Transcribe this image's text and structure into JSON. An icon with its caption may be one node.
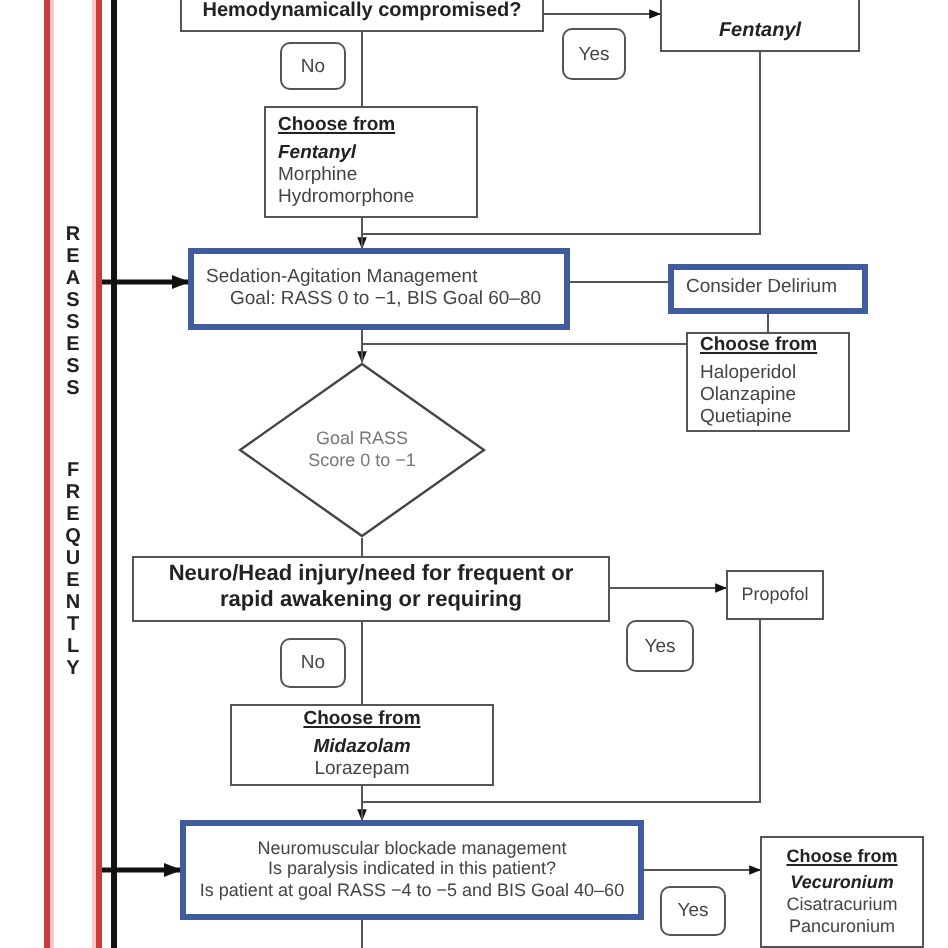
{
  "diagram": {
    "nodes": [
      {
        "text": [
          "REASSESS",
          "FREQUENTLY"
        ]
      },
      {
        "text": [
          "Hemodynamically compromised?"
        ]
      },
      {
        "text": [
          "Fentanyl"
        ]
      },
      {
        "text": [
          "Choose from",
          "Fentanyl",
          "Morphine",
          "Hydromorphone"
        ]
      },
      {
        "text": [
          "Sedation-Agitation Management",
          "Goal: RASS 0 to −1, BIS Goal 60–80"
        ]
      },
      {
        "text": [
          "Consider Delirium"
        ]
      },
      {
        "text": [
          "Choose from",
          "Haloperidol",
          "Olanzapine",
          "Quetiapine"
        ]
      },
      {
        "text": [
          "Goal RASS Score 0 to −1"
        ]
      },
      {
        "text": [
          "Neuro/Head injury/need for frequent or rapid awakening or requiring"
        ]
      },
      {
        "text": [
          "Propofol"
        ]
      },
      {
        "text": [
          "Choose from",
          "Midazolam",
          "Lorazepam"
        ]
      },
      {
        "text": [
          "Neuromuscular blockade management",
          "Is paralysis indicated in this patient?",
          "Is patient at goal RASS −4 to −5 and BIS Goal 40–60"
        ]
      },
      {
        "text": [
          "Choose from",
          "Vecuronium",
          "Cisatracurium",
          "Pancuronium"
        ]
      }
    ],
    "edges": [
      {
        "from": 1,
        "to": 2,
        "arrow": "to",
        "label": "Yes"
      },
      {
        "from": 1,
        "to": 3,
        "arrow": "none",
        "label": "No"
      },
      {
        "from": 2,
        "to": 4,
        "arrow": "to"
      },
      {
        "from": 3,
        "to": 4,
        "arrow": "none"
      },
      {
        "from": 4,
        "to": 5,
        "arrow": "none"
      },
      {
        "from": 5,
        "to": 6,
        "arrow": "none"
      },
      {
        "from": 6,
        "to": 7,
        "arrow": "to"
      },
      {
        "from": 4,
        "to": 7,
        "arrow": "none"
      },
      {
        "from": 7,
        "to": 8,
        "arrow": "none"
      },
      {
        "from": 8,
        "to": 9,
        "arrow": "to"
      },
      {
        "from": 8,
        "to": 10,
        "arrow": "none",
        "label": "No"
      },
      {
        "from": 9,
        "to": 11,
        "arrow": "to",
        "label": "Yes"
      },
      {
        "from": 10,
        "to": 11,
        "arrow": "none"
      },
      {
        "from": 11,
        "to": 12,
        "arrow": "to",
        "label": "Yes"
      },
      {
        "from": 11,
        "to": null,
        "arrow": "none"
      },
      {
        "from": 0,
        "to": 4,
        "arrow": "to",
        "style": "thick"
      },
      {
        "from": 0,
        "to": 11,
        "arrow": "to",
        "style": "thick"
      }
    ]
  }
}
